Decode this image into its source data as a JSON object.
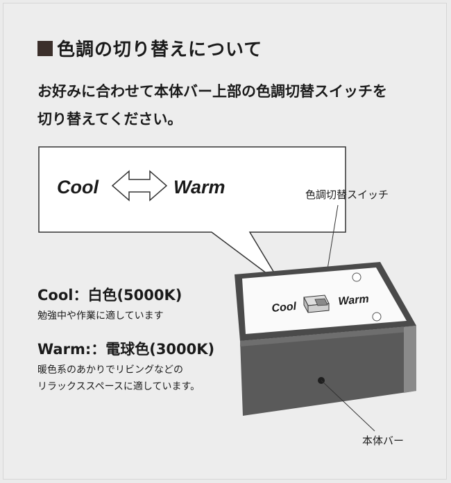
{
  "heading": {
    "title": "色調の切り替えについて"
  },
  "intro": {
    "line1": "お好みに合わせて本体バー上部の色調切替スイッチを",
    "line2": "切り替えてください。"
  },
  "callout": {
    "cool": "Cool",
    "warm": "Warm"
  },
  "switch_label": "色調切替スイッチ",
  "bar_switch": {
    "cool": "Cool",
    "warm": "Warm"
  },
  "body_label": "本体バー",
  "modes": {
    "cool": {
      "title": "Cool：白色(5000K)",
      "desc": "勉強中や作業に適しています"
    },
    "warm": {
      "title": "Warm:：電球色(3000K)",
      "desc1": "暖色系のあかりでリビングなどの",
      "desc2": "リラックススペースに適しています。"
    }
  },
  "colors": {
    "accent_square": "#3b2f2b",
    "background": "#ebebeb",
    "bar_front": "#5a5a5a"
  }
}
